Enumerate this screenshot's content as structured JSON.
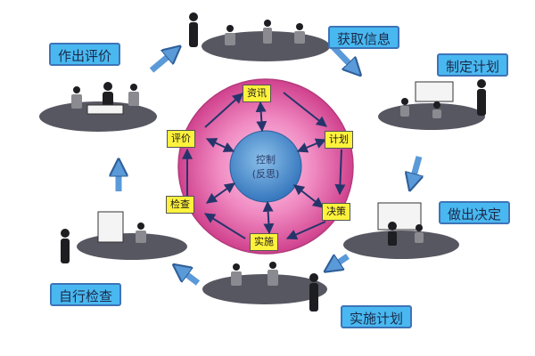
{
  "theme": {
    "label_bg": "#49b8f0",
    "label_border": "#3d74b8",
    "node_bg": "#fff23c",
    "circle_pink": "#e85aa4",
    "center_blue": "#3e86c8",
    "arrow_blue": "#4d8ed1"
  },
  "center": {
    "line1": "控制",
    "line2": "(反思)"
  },
  "nodes": [
    "资讯",
    "计划",
    "决策",
    "实施",
    "检查",
    "评价"
  ],
  "steps": [
    "获取信息",
    "制定计划",
    "做出决定",
    "实施计划",
    "自行检查",
    "作出评价"
  ]
}
